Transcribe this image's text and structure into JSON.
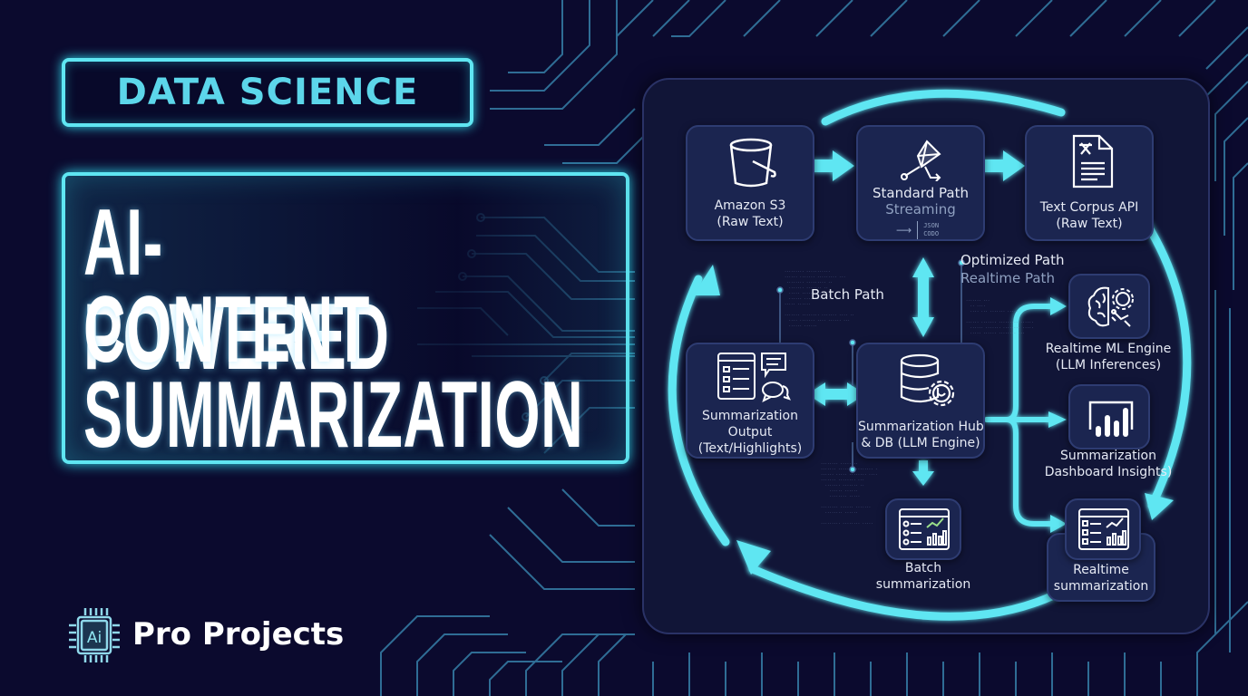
{
  "header": {
    "tag": "DATA SCIENCE",
    "title_lines": [
      "AI-POWERED",
      "CONTENT",
      "SUMMARIZATION"
    ]
  },
  "brand": {
    "chip_text": "Ai",
    "name": "Pro Projects"
  },
  "colors": {
    "background": "#0b0a2e",
    "accent": "#5fe6f2",
    "panel": "#111537",
    "node": "#1b2550",
    "text": "#e6eaf4",
    "muted_text": "#8fa0c0"
  },
  "diagram": {
    "nodes": {
      "s3": {
        "line1": "Amazon S3",
        "line2": "(Raw Text)",
        "icon": "bucket-icon"
      },
      "standard": {
        "line1": "Standard  Path",
        "line2": "Streaming",
        "mini1": "JSON",
        "mini2": "CODO",
        "icon": "kite-icon"
      },
      "corpus": {
        "line1": "Text Corpus API",
        "line2": "(Raw Text)",
        "icon": "document-icon"
      },
      "output": {
        "line1": "Summarization",
        "line2": "Output",
        "line3": "(Text/Highlights)",
        "icon": "list-chat-icon"
      },
      "hub": {
        "line1": "Summarization Hub",
        "line2": "& DB (LLM Engine)",
        "icon": "database-gear-icon"
      },
      "ml": {
        "line1": "Realtime ML Engine",
        "line2": "(LLM Inferences)",
        "icon": "brain-gear-icon"
      },
      "dashboard": {
        "line1": "Summarization",
        "line2": "Dashboard Insights)",
        "icon": "bar-chart-icon"
      },
      "batch": {
        "line1": "Batch",
        "line2": "summarization",
        "icon": "report-icon"
      },
      "realtime": {
        "line1": "Realtime",
        "line2": "summarization",
        "icon": "report-icon"
      }
    },
    "path_labels": {
      "batch": "Batch Path",
      "optimized": "Optimized Path",
      "realtime": "Realtime Path"
    }
  }
}
